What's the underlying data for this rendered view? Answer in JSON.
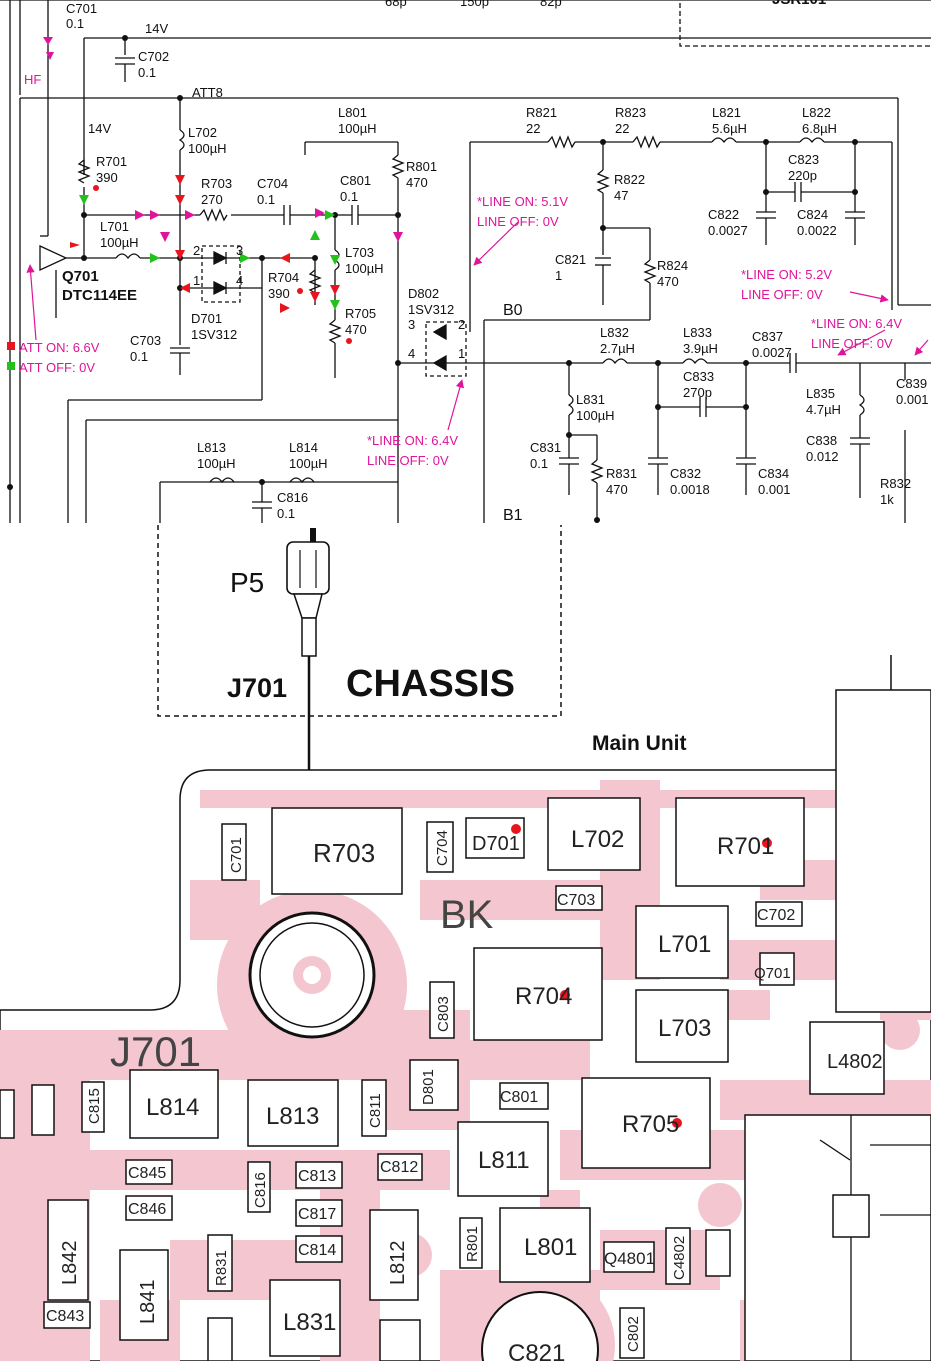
{
  "schematic": {
    "labels": {
      "c701": "C701",
      "c701_val": "0.1",
      "v14_top": "14V",
      "c702": "C702",
      "c702_val": "0.1",
      "att8": "ATT8",
      "hf": "HF",
      "v14_left": "14V",
      "r701": "R701",
      "r701_val": "390",
      "l702": "L702",
      "l702_val": "100µH",
      "r703": "R703",
      "r703_val": "270",
      "c704": "C704",
      "c704_val": "0.1",
      "l701": "L701",
      "l701_val": "100µH",
      "l801": "L801",
      "l801_val": "100µH",
      "c801": "C801",
      "c801_val": "0.1",
      "r801": "R801",
      "r801_val": "470",
      "l703": "L703",
      "l703_val": "100µH",
      "r704": "R704",
      "r704_val": "390",
      "r705": "R705",
      "r705_val": "470",
      "d701": "D701",
      "d701_val": "1SV312",
      "q701": "Q701",
      "q701_val": "DTC114EE",
      "c703": "C703",
      "c703_val": "0.1",
      "r821": "R821",
      "r821_val": "22",
      "r823": "R823",
      "r823_val": "22",
      "l821": "L821",
      "l821_val": "5.6µH",
      "l822": "L822",
      "l822_val": "6.8µH",
      "r822": "R822",
      "r822_val": "47",
      "c823": "C823",
      "c823_val": "220p",
      "c822": "C822",
      "c822_val": "0.0027",
      "c824": "C824",
      "c824_val": "0.0022",
      "c821": "C821",
      "c821_val": "1",
      "r824": "R824",
      "r824_val": "470",
      "d802": "D802",
      "d802_val": "1SV312",
      "b0": "B0",
      "b1": "B1",
      "l832": "L832",
      "l832_val": "2.7µH",
      "l833": "L833",
      "l833_val": "3.9µH",
      "c837": "C837",
      "c837_val": "0.0027",
      "c833": "C833",
      "c833_val": "270p",
      "l831": "L831",
      "l831_val": "100µH",
      "l835": "L835",
      "l835_val": "4.7µH",
      "c839": "C839",
      "c839_val": "0.001",
      "c838": "C838",
      "c838_val": "0.012",
      "c831": "C831",
      "c831_val": "0.1",
      "r831": "R831",
      "r831_val": "470",
      "c832": "C832",
      "c832_val": "0.0018",
      "c834": "C834",
      "c834_val": "0.001",
      "r832": "R832",
      "r832_val": "1k",
      "l813": "L813",
      "l813_val": "100µH",
      "l814": "L814",
      "l814_val": "100µH",
      "c816": "C816",
      "c816_val": "0.1",
      "top_partial": [
        "68p",
        "150p",
        "82p"
      ],
      "top_partial_box": "JSR101"
    },
    "annotations": {
      "line_on_51": "*LINE ON: 5.1V",
      "line_off_0a": "LINE OFF: 0V",
      "line_on_52": "*LINE ON: 5.2V",
      "line_off_0b": "LINE OFF: 0V",
      "line_on_64a": "*LINE ON: 6.4V",
      "line_off_0c": "LINE OFF: 0V",
      "line_on_64b": "*LINE ON: 6.4V",
      "line_off_0d": "LINE OFF: 0V",
      "att_on": "ATT ON: 6.6V",
      "att_off": "ATT OFF: 0V"
    },
    "colors": {
      "magenta": "#e0149b",
      "red": "#e8141e",
      "green": "#22c21b",
      "att_on_marker": "#e8141e",
      "att_off_marker": "#22c21b"
    }
  },
  "connector": {
    "plug": "P5",
    "jack": "J701",
    "chassis": "CHASSIS",
    "main_unit": "Main Unit"
  },
  "pcb": {
    "silk_color": "#f4c6d0",
    "labels": {
      "r703": "R703",
      "c701": "C701",
      "c704": "C704",
      "d701": "D701",
      "l702": "L702",
      "r701": "R701",
      "c703": "C703",
      "c702": "C702",
      "bk": "BK",
      "l701": "L701",
      "q701": "Q701",
      "r704": "R704",
      "l703": "L703",
      "c803": "C803",
      "l4802": "L4802",
      "j701": "J701",
      "d801": "D801",
      "c801": "C801",
      "r705": "R705",
      "l814": "L814",
      "l813": "L813",
      "c811": "C811",
      "c815": "C815",
      "c845": "C845",
      "c846": "C846",
      "c812": "C812",
      "l811": "L811",
      "c816": "C816",
      "c813": "C813",
      "c817": "C817",
      "c814": "C814",
      "l842": "L842",
      "l841": "L841",
      "r831": "R831",
      "l812": "L812",
      "r801": "R801",
      "l801": "L801",
      "q4801": "Q4801",
      "c4802": "C4802",
      "c843": "C843",
      "l831": "L831",
      "c821": "C821",
      "c802": "C802"
    }
  }
}
